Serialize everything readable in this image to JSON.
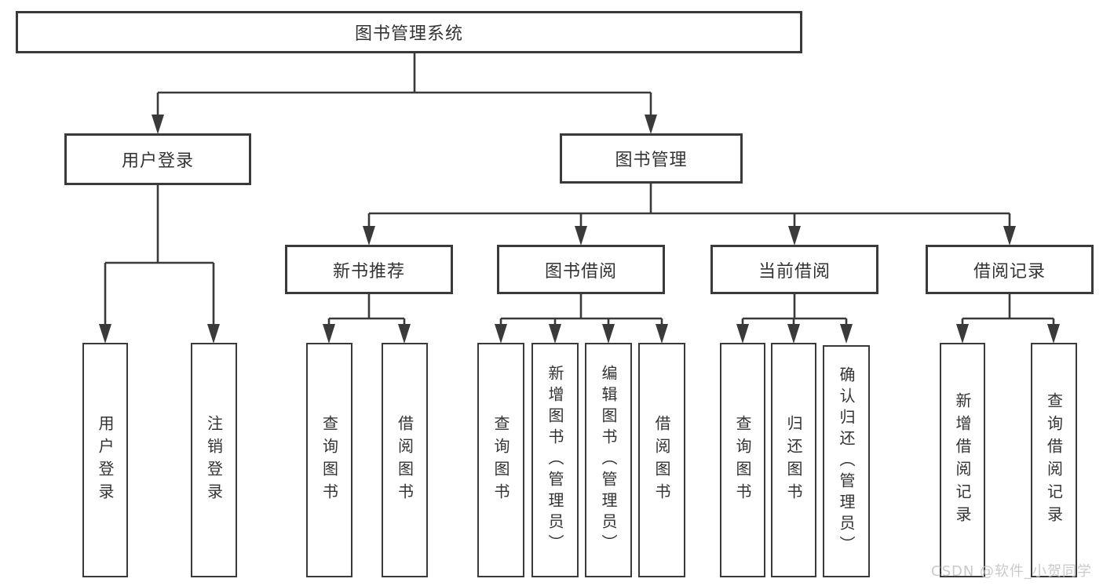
{
  "diagram": {
    "root": "图书管理系统",
    "branches": {
      "user_login": "用户登录",
      "book_management": "图书管理"
    },
    "modules": {
      "new_book_recommend": "新书推荐",
      "book_borrow": "图书借阅",
      "current_borrow": "当前借阅",
      "borrow_records": "借阅记录"
    },
    "leaves": {
      "user_login": [
        "用户登录",
        "注销登录"
      ],
      "new_book_recommend": [
        "查询图书",
        "借阅图书"
      ],
      "book_borrow": [
        "查询图书",
        "新增图书（管理员）",
        "编辑图书（管理员）",
        "借阅图书"
      ],
      "current_borrow": [
        "查询图书",
        "归还图书",
        "确认归还（管理员）"
      ],
      "borrow_records": [
        "新增借阅记录",
        "查询借阅记录"
      ]
    },
    "watermark": "CSDN @软件_小贺同学",
    "colors": {
      "line": "#3a3a3a",
      "text": "#333333",
      "watermark": "#c5c5c5",
      "background": "#ffffff"
    }
  }
}
